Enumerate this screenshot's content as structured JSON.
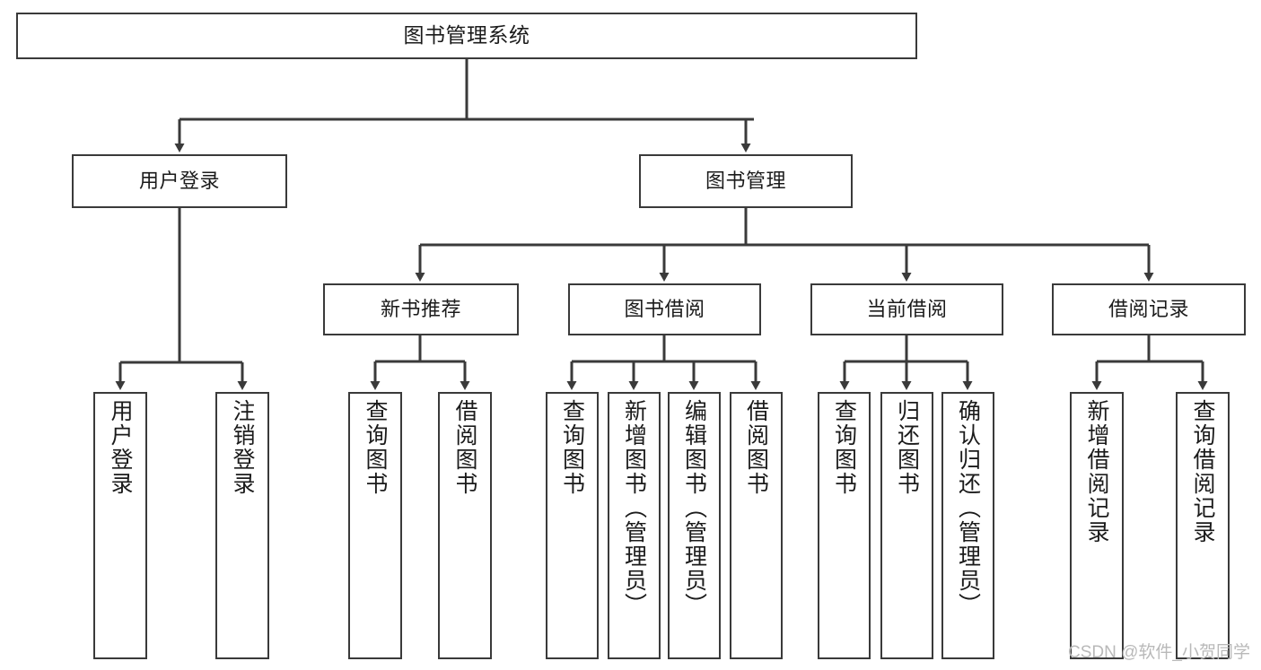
{
  "diagram": {
    "type": "tree-hierarchy",
    "title": "图书管理系统",
    "watermark": "CSDN @软件_小贺同学",
    "levels": 4,
    "root": {
      "label": "图书管理系统"
    },
    "level2": [
      {
        "label": "用户登录"
      },
      {
        "label": "图书管理"
      }
    ],
    "level3": [
      {
        "label": "新书推荐"
      },
      {
        "label": "图书借阅"
      },
      {
        "label": "当前借阅"
      },
      {
        "label": "借阅记录"
      }
    ],
    "leaves": {
      "user_login": [
        {
          "label": "用户登录"
        },
        {
          "label": "注销登录"
        }
      ],
      "new_book_recommend": [
        {
          "label": "查询图书"
        },
        {
          "label": "借阅图书"
        }
      ],
      "book_borrow": [
        {
          "label": "查询图书"
        },
        {
          "label": "新增图书（管理员）"
        },
        {
          "label": "编辑图书（管理员）"
        },
        {
          "label": "借阅图书"
        }
      ],
      "current_borrow": [
        {
          "label": "查询图书"
        },
        {
          "label": "归还图书"
        },
        {
          "label": "确认归还（管理员）"
        }
      ],
      "borrow_record": [
        {
          "label": "新增借阅记录"
        },
        {
          "label": "查询借阅记录"
        }
      ]
    },
    "colors": {
      "stroke": "#3a3a3a",
      "fill": "#ffffff",
      "text": "#1b1b1b",
      "watermark": "#b9b9b9"
    }
  }
}
